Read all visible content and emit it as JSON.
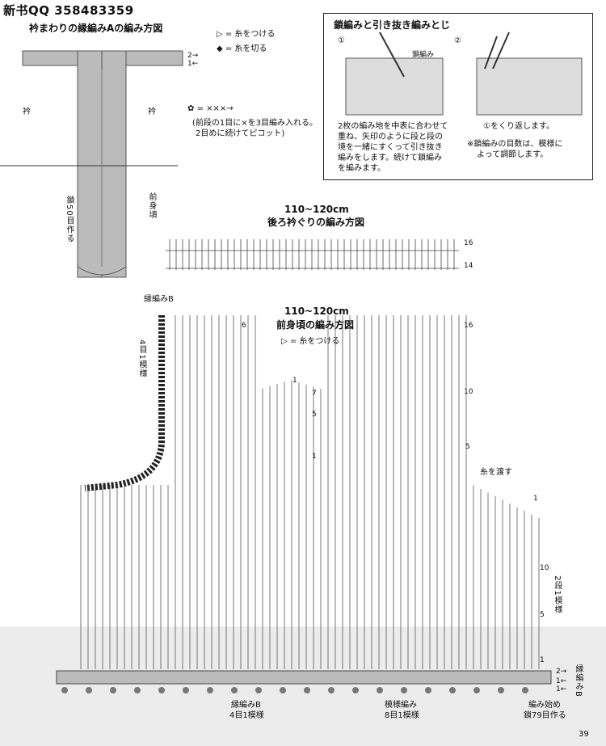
{
  "header": {
    "qq": "新书QQ 358483359"
  },
  "collar_chart": {
    "title": "衿まわりの縁編みAの編み方図",
    "legend_attach": "= 糸をつける",
    "legend_cut": "= 糸を切る",
    "picot_formula": "= ×××→",
    "picot_note_1": "(前段の1目に×を3目編み入れる。",
    "picot_note_2": "2目めに続けてピコット)",
    "label_collar_left": "衿",
    "label_collar_right": "衿",
    "row_2": "2→",
    "row_1": "1←",
    "chain_note": "鎖50目作る",
    "front_label": "前身頃"
  },
  "seam_box": {
    "title": "鎖編みと引き抜き編みとじ",
    "step1": "①",
    "step2": "②",
    "chain_label": "鎖編み",
    "text1_l1": "2枚の編み地を中表に合わせて",
    "text1_l2": "重ね、矢印のように段と段の",
    "text1_l3": "境を一緒にすくって引き抜き",
    "text1_l4": "編みをします。続けて鎖編み",
    "text1_l5": "を編みます。",
    "text2_l1": "①をくり返します。",
    "text2_l2": "※鎖編みの目数は、模様に",
    "text2_l3": "よって調節します。"
  },
  "back_chart": {
    "size": "110~120cm",
    "title": "後ろ衿ぐりの編み方図",
    "row_16": "16",
    "row_14": "14"
  },
  "front_chart": {
    "size": "110~120cm",
    "title": "前身頃の編み方図",
    "legend_attach": "= 糸をつける",
    "border_b_top": "縁編みB",
    "pattern_4": "4目1模様",
    "yarn_pass": "糸を渡す",
    "rep_2rows": "2段1模様",
    "border_b_right": "縁編みB",
    "bottom_b": "縁編みB",
    "bottom_b_sub": "4目1模様",
    "bottom_pattern": "模様編み",
    "bottom_pattern_sub": "8目1模様",
    "start_label": "編み始め",
    "start_sub": "鎖79目作る",
    "rows_left": [
      "6",
      "1",
      "7",
      "5",
      "1"
    ],
    "rows_right": [
      "16",
      "10",
      "5",
      "1",
      "10",
      "5",
      "1"
    ],
    "bottom_rows": [
      "2→",
      "1←",
      "1←"
    ]
  },
  "page_number": "39"
}
